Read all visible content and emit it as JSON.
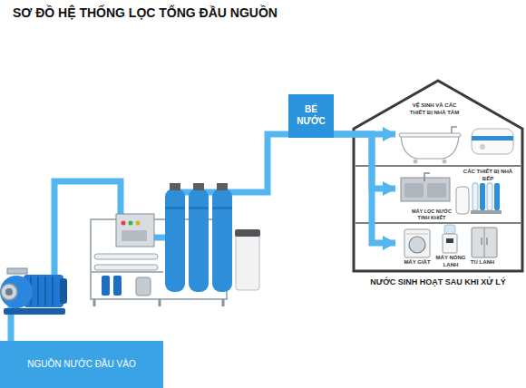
{
  "diagram": {
    "title": "SƠ ĐỒ HỆ THỐNG LỌC TỔNG ĐẦU NGUỒN",
    "nodes": [
      {
        "text": [
          "NGUỒN NƯỚC ĐẦU VÀO"
        ]
      },
      {
        "text": [
          "BỂ NƯỚC"
        ]
      },
      {
        "text": [
          "NƯỚC SINH HOẠT SAU KHI XỬ LÝ"
        ]
      },
      {
        "text": [
          "VỆ SINH VÀ CÁC THIẾT BỊ NHÀ TẮM"
        ],
        "in": 2
      },
      {
        "text": [
          "CÁC THIẾT BỊ NHÀ BẾP",
          "MÁY LỌC NƯỚC TINH KHIẾT"
        ],
        "in": 2
      },
      {
        "text": [
          "MÁY GIẶT",
          "MÁY NÓNG LẠNH",
          "TỦ LẠNH"
        ],
        "in": 2
      }
    ],
    "edges": [
      {
        "from": 0,
        "to": 1,
        "arrow": "none"
      },
      {
        "from": 1,
        "to": 3,
        "arrow": "to"
      },
      {
        "from": 1,
        "to": 4,
        "arrow": "to"
      },
      {
        "from": 1,
        "to": 5,
        "arrow": "to"
      }
    ]
  }
}
